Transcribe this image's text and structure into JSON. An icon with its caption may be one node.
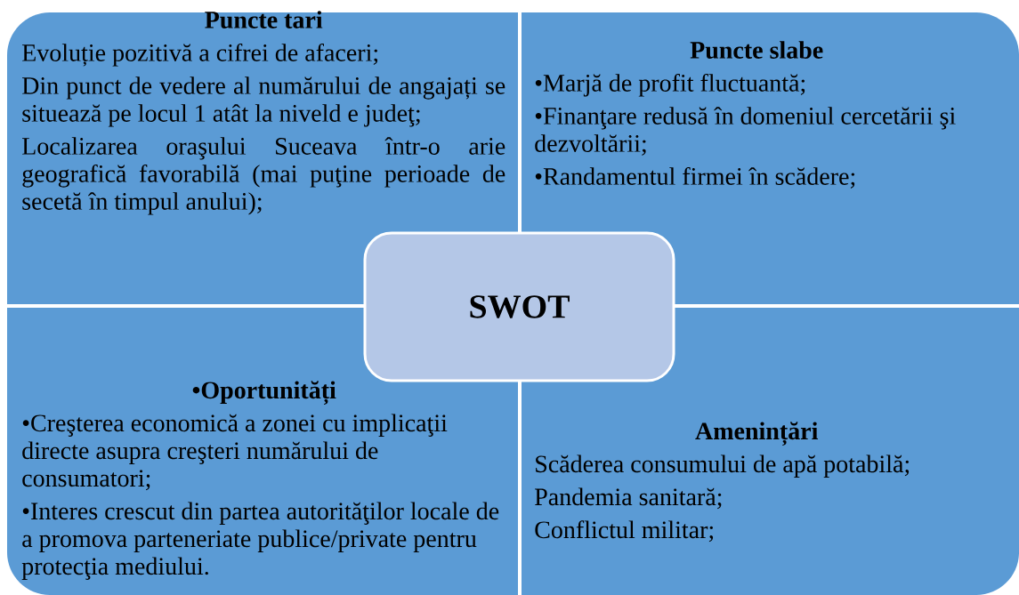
{
  "diagram": {
    "nodes": [
      {
        "text": [
          "Puncte tari",
          "Evoluție pozitivă a cifrei de afaceri;",
          "Din punct de vedere al numărului de angajați se situează pe locul 1 atât la niveld e judeţ;",
          "Localizarea oraşului Suceava într-o arie geografică favorabilă (mai puţine perioade de secetă în timpul anului);"
        ]
      },
      {
        "text": [
          "Puncte slabe",
          "•Marjă de profit fluctuantă;",
          "•Finanţare redusă în domeniul cercetării şi dezvoltării;",
          "•Randamentul firmei în scădere;"
        ]
      },
      {
        "text": [
          "•Oportunități",
          "•Creşterea economică a zonei cu implicaţii directe asupra creşteri numărului de consumatori;",
          "•Interes crescut din partea autorităţilor locale de a promova parteneriate publice/private pentru protecţia mediului."
        ]
      },
      {
        "text": [
          "Amenințări",
          "Scăderea consumului de apă potabilă;",
          "Pandemia sanitară;",
          "Conflictul militar;"
        ]
      },
      {
        "text": [
          "SWOT"
        ]
      }
    ]
  }
}
